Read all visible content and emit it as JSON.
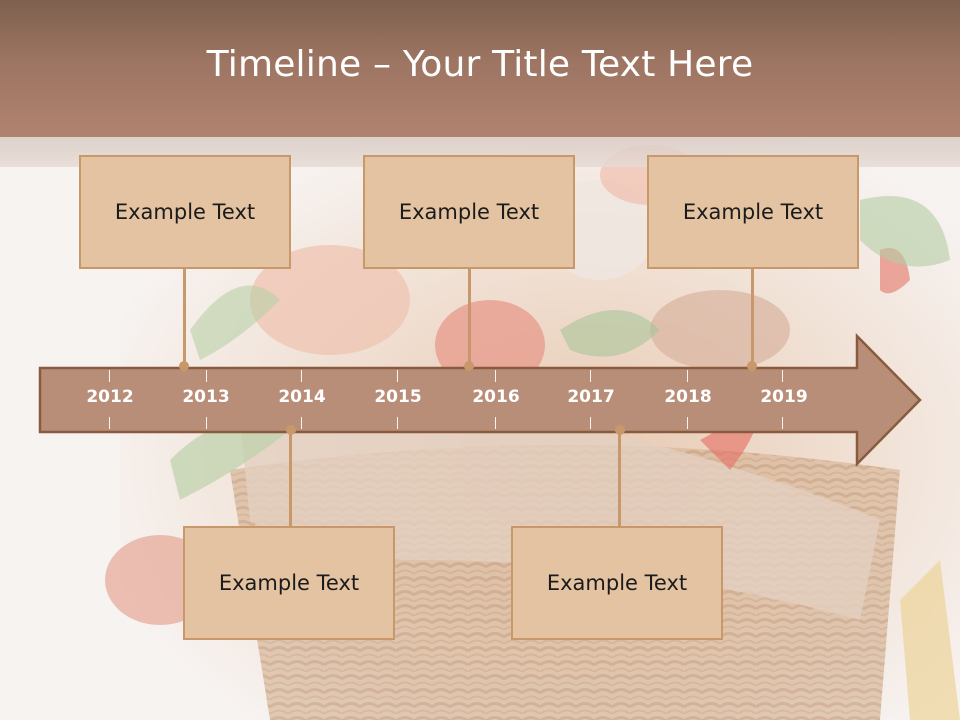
{
  "slide": {
    "title": "Timeline – Your Title Text Here"
  },
  "timeline": {
    "years": [
      "2012",
      "2013",
      "2014",
      "2015",
      "2016",
      "2017",
      "2018",
      "2019"
    ],
    "events_above": [
      {
        "label": "Example Text"
      },
      {
        "label": "Example Text"
      },
      {
        "label": "Example Text"
      }
    ],
    "events_below": [
      {
        "label": "Example Text"
      },
      {
        "label": "Example Text"
      }
    ]
  },
  "colors": {
    "title_bar": "#9d7562",
    "arrow_fill": "#b98e78",
    "arrow_border": "#8a5a3e",
    "box_fill": "#e3c3a1",
    "box_border": "#c9986a"
  }
}
